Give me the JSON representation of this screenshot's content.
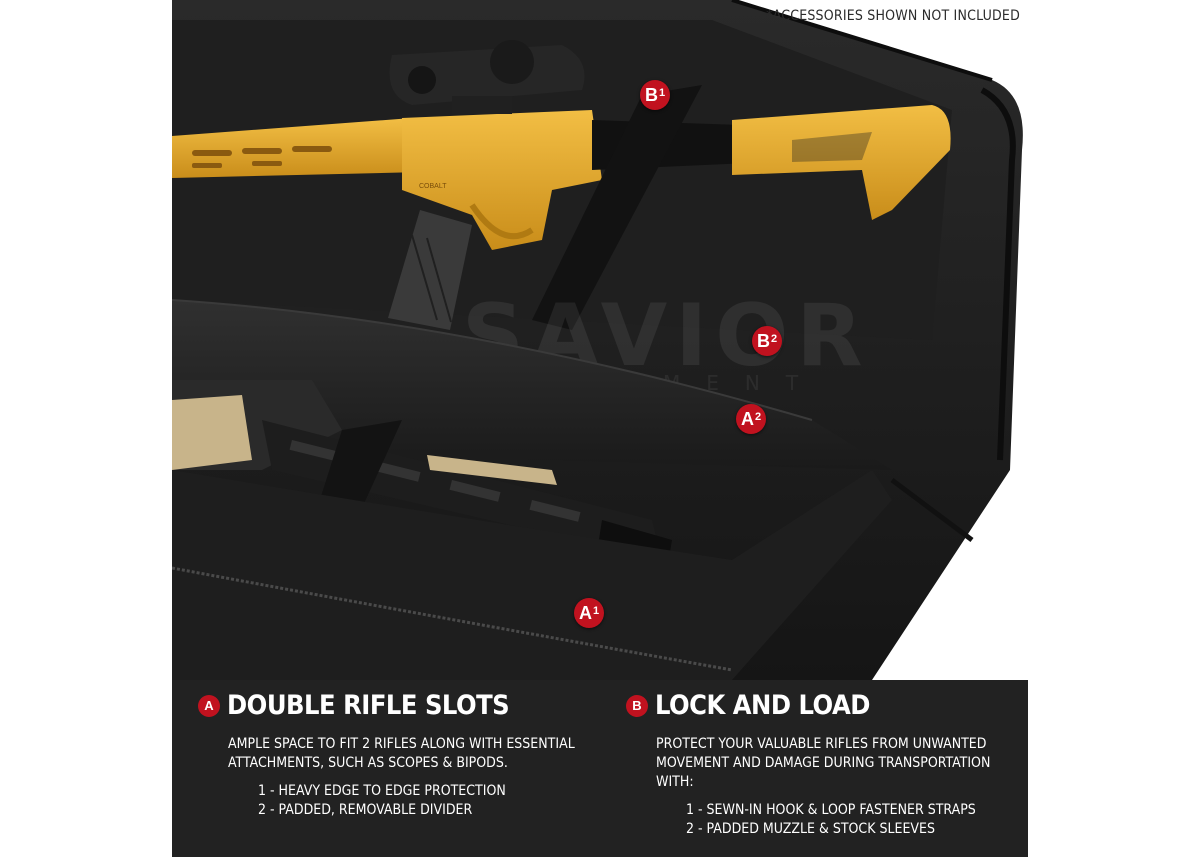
{
  "notice": "*ACCESSORIES SHOWN NOT INCLUDED",
  "photo": {
    "brand_watermark": "SAVIOR",
    "brand_sub": "EQUIPMENT",
    "receiver_mark": "COBALT"
  },
  "markers": [
    {
      "letter": "B",
      "number": "1"
    },
    {
      "letter": "B",
      "number": "2"
    },
    {
      "letter": "A",
      "number": "2"
    },
    {
      "letter": "A",
      "number": "1"
    }
  ],
  "features": {
    "a": {
      "badge": "A",
      "title": "DOUBLE RIFLE SLOTS",
      "description": "AMPLE SPACE TO FIT 2 RIFLES ALONG WITH ESSENTIAL ATTACHMENTS, SUCH AS SCOPES & BIPODS.",
      "items": [
        "1 - HEAVY EDGE TO EDGE PROTECTION",
        "2 - PADDED, REMOVABLE DIVIDER"
      ]
    },
    "b": {
      "badge": "B",
      "title": "LOCK AND LOAD",
      "description": "PROTECT YOUR VALUABLE RIFLES FROM UNWANTED MOVEMENT AND DAMAGE DURING TRANSPORTATION WITH:",
      "items": [
        "1 - SEWN-IN HOOK & LOOP FASTENER STRAPS",
        "2 - PADDED MUZZLE & STOCK SLEEVES"
      ]
    }
  },
  "colors": {
    "accent": "#c1121f",
    "panel": "#222222",
    "case": "#1c1c1c",
    "rifle_top": "#e0a82e",
    "rifle_bottom_fde": "#c8b48a"
  }
}
